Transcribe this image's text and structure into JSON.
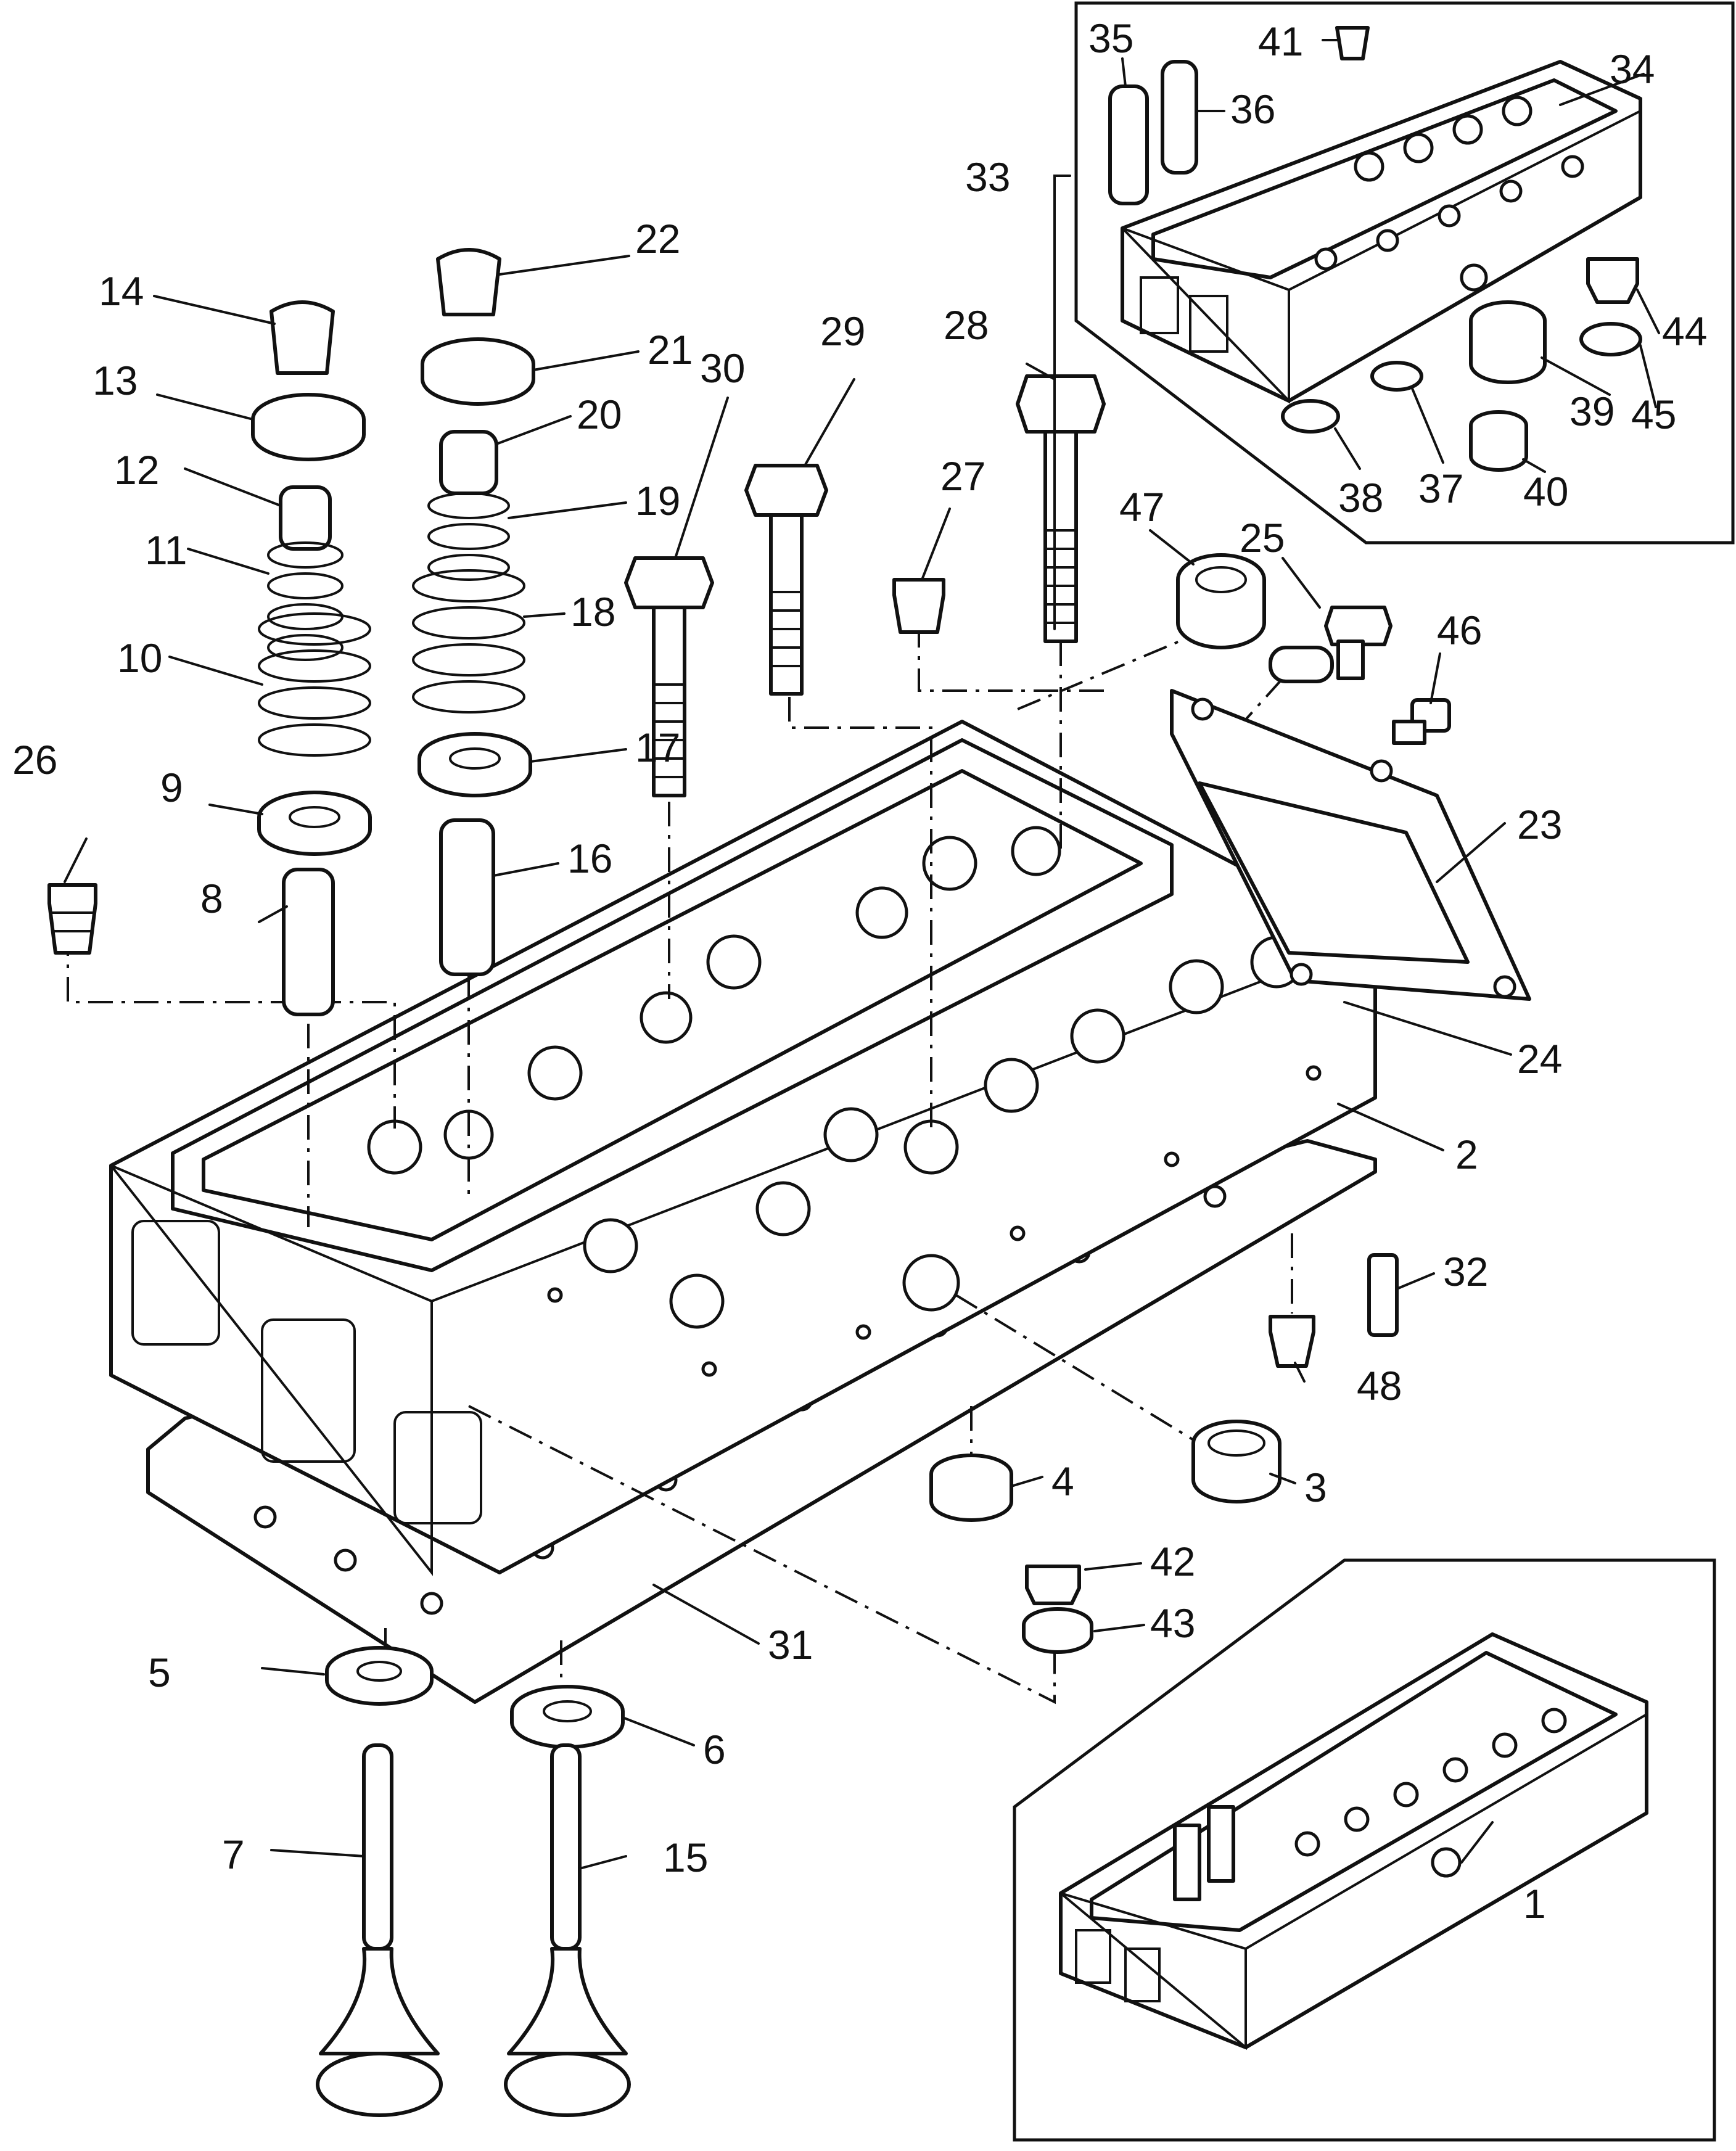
{
  "labels": {
    "l1": "1",
    "l2": "2",
    "l3": "3",
    "l4": "4",
    "l5": "5",
    "l6": "6",
    "l7": "7",
    "l8": "8",
    "l9": "9",
    "l10": "10",
    "l11": "11",
    "l12": "12",
    "l13": "13",
    "l14": "14",
    "l15": "15",
    "l16": "16",
    "l17": "17",
    "l18": "18",
    "l19": "19",
    "l20": "20",
    "l21": "21",
    "l22": "22",
    "l23": "23",
    "l24": "24",
    "l25": "25",
    "l26": "26",
    "l27": "27",
    "l28": "28",
    "l29": "29",
    "l30": "30",
    "l31": "31",
    "l32": "32",
    "l33": "33",
    "l34": "34",
    "l35": "35",
    "l36": "36",
    "l37": "37",
    "l38": "38",
    "l39": "39",
    "l40": "40",
    "l41": "41",
    "l42": "42",
    "l43": "43",
    "l44": "44",
    "l45": "45",
    "l46": "46",
    "l47": "47",
    "l48": "48"
  },
  "colors": {
    "ink": "#111111",
    "paper": "#ffffff"
  }
}
